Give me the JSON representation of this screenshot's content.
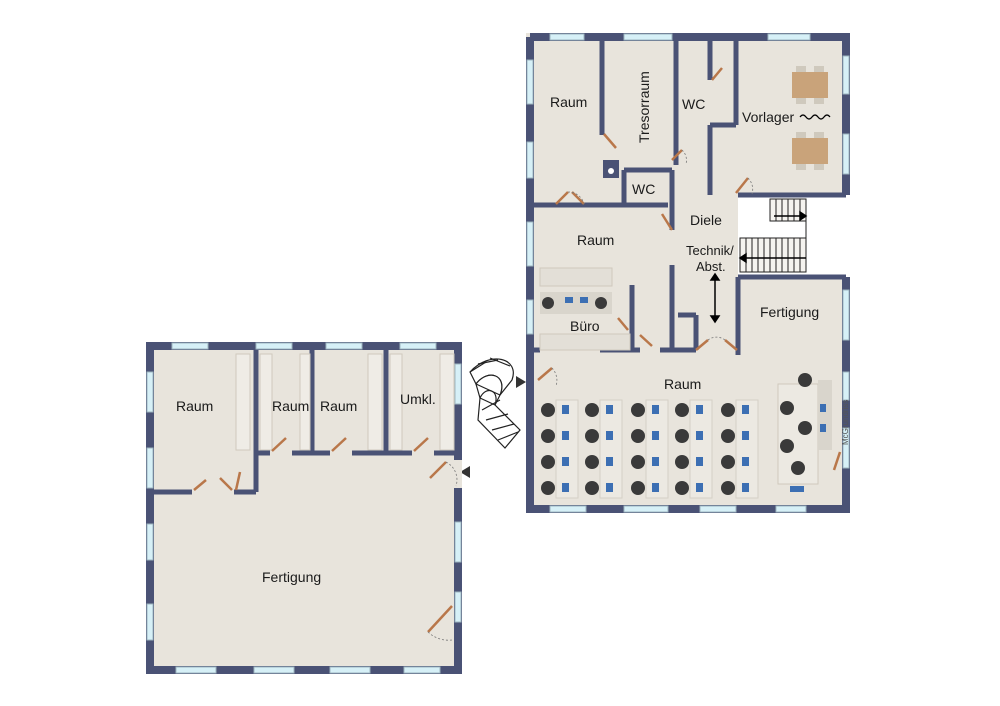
{
  "colors": {
    "wall": "#4a5275",
    "wall_inner": "#8a8f9e",
    "floor": "#e8e4dc",
    "window": "#d6f0f7",
    "door": "#b9774a",
    "furniture": "#cfc9bd",
    "desk": "#c9a37a",
    "chair": "#3a3a3a",
    "monitor": "#3c6fb3"
  },
  "rooms": {
    "raum_top_left": "Raum",
    "tresorraum": "Tresorraum",
    "wc_top": "WC",
    "vorlager": "Vorlager",
    "wc_small": "WC",
    "diele": "Diele",
    "raum_mid": "Raum",
    "technik": "Technik/",
    "technik2": "Abst.",
    "buero": "Büro",
    "fertigung_right": "Fertigung",
    "raum_large": "Raum",
    "left_raum1": "Raum",
    "left_raum2": "Raum",
    "left_raum3": "Raum",
    "umkl": "Umkl.",
    "fertigung_left": "Fertigung"
  },
  "brand": "McGrundriss"
}
